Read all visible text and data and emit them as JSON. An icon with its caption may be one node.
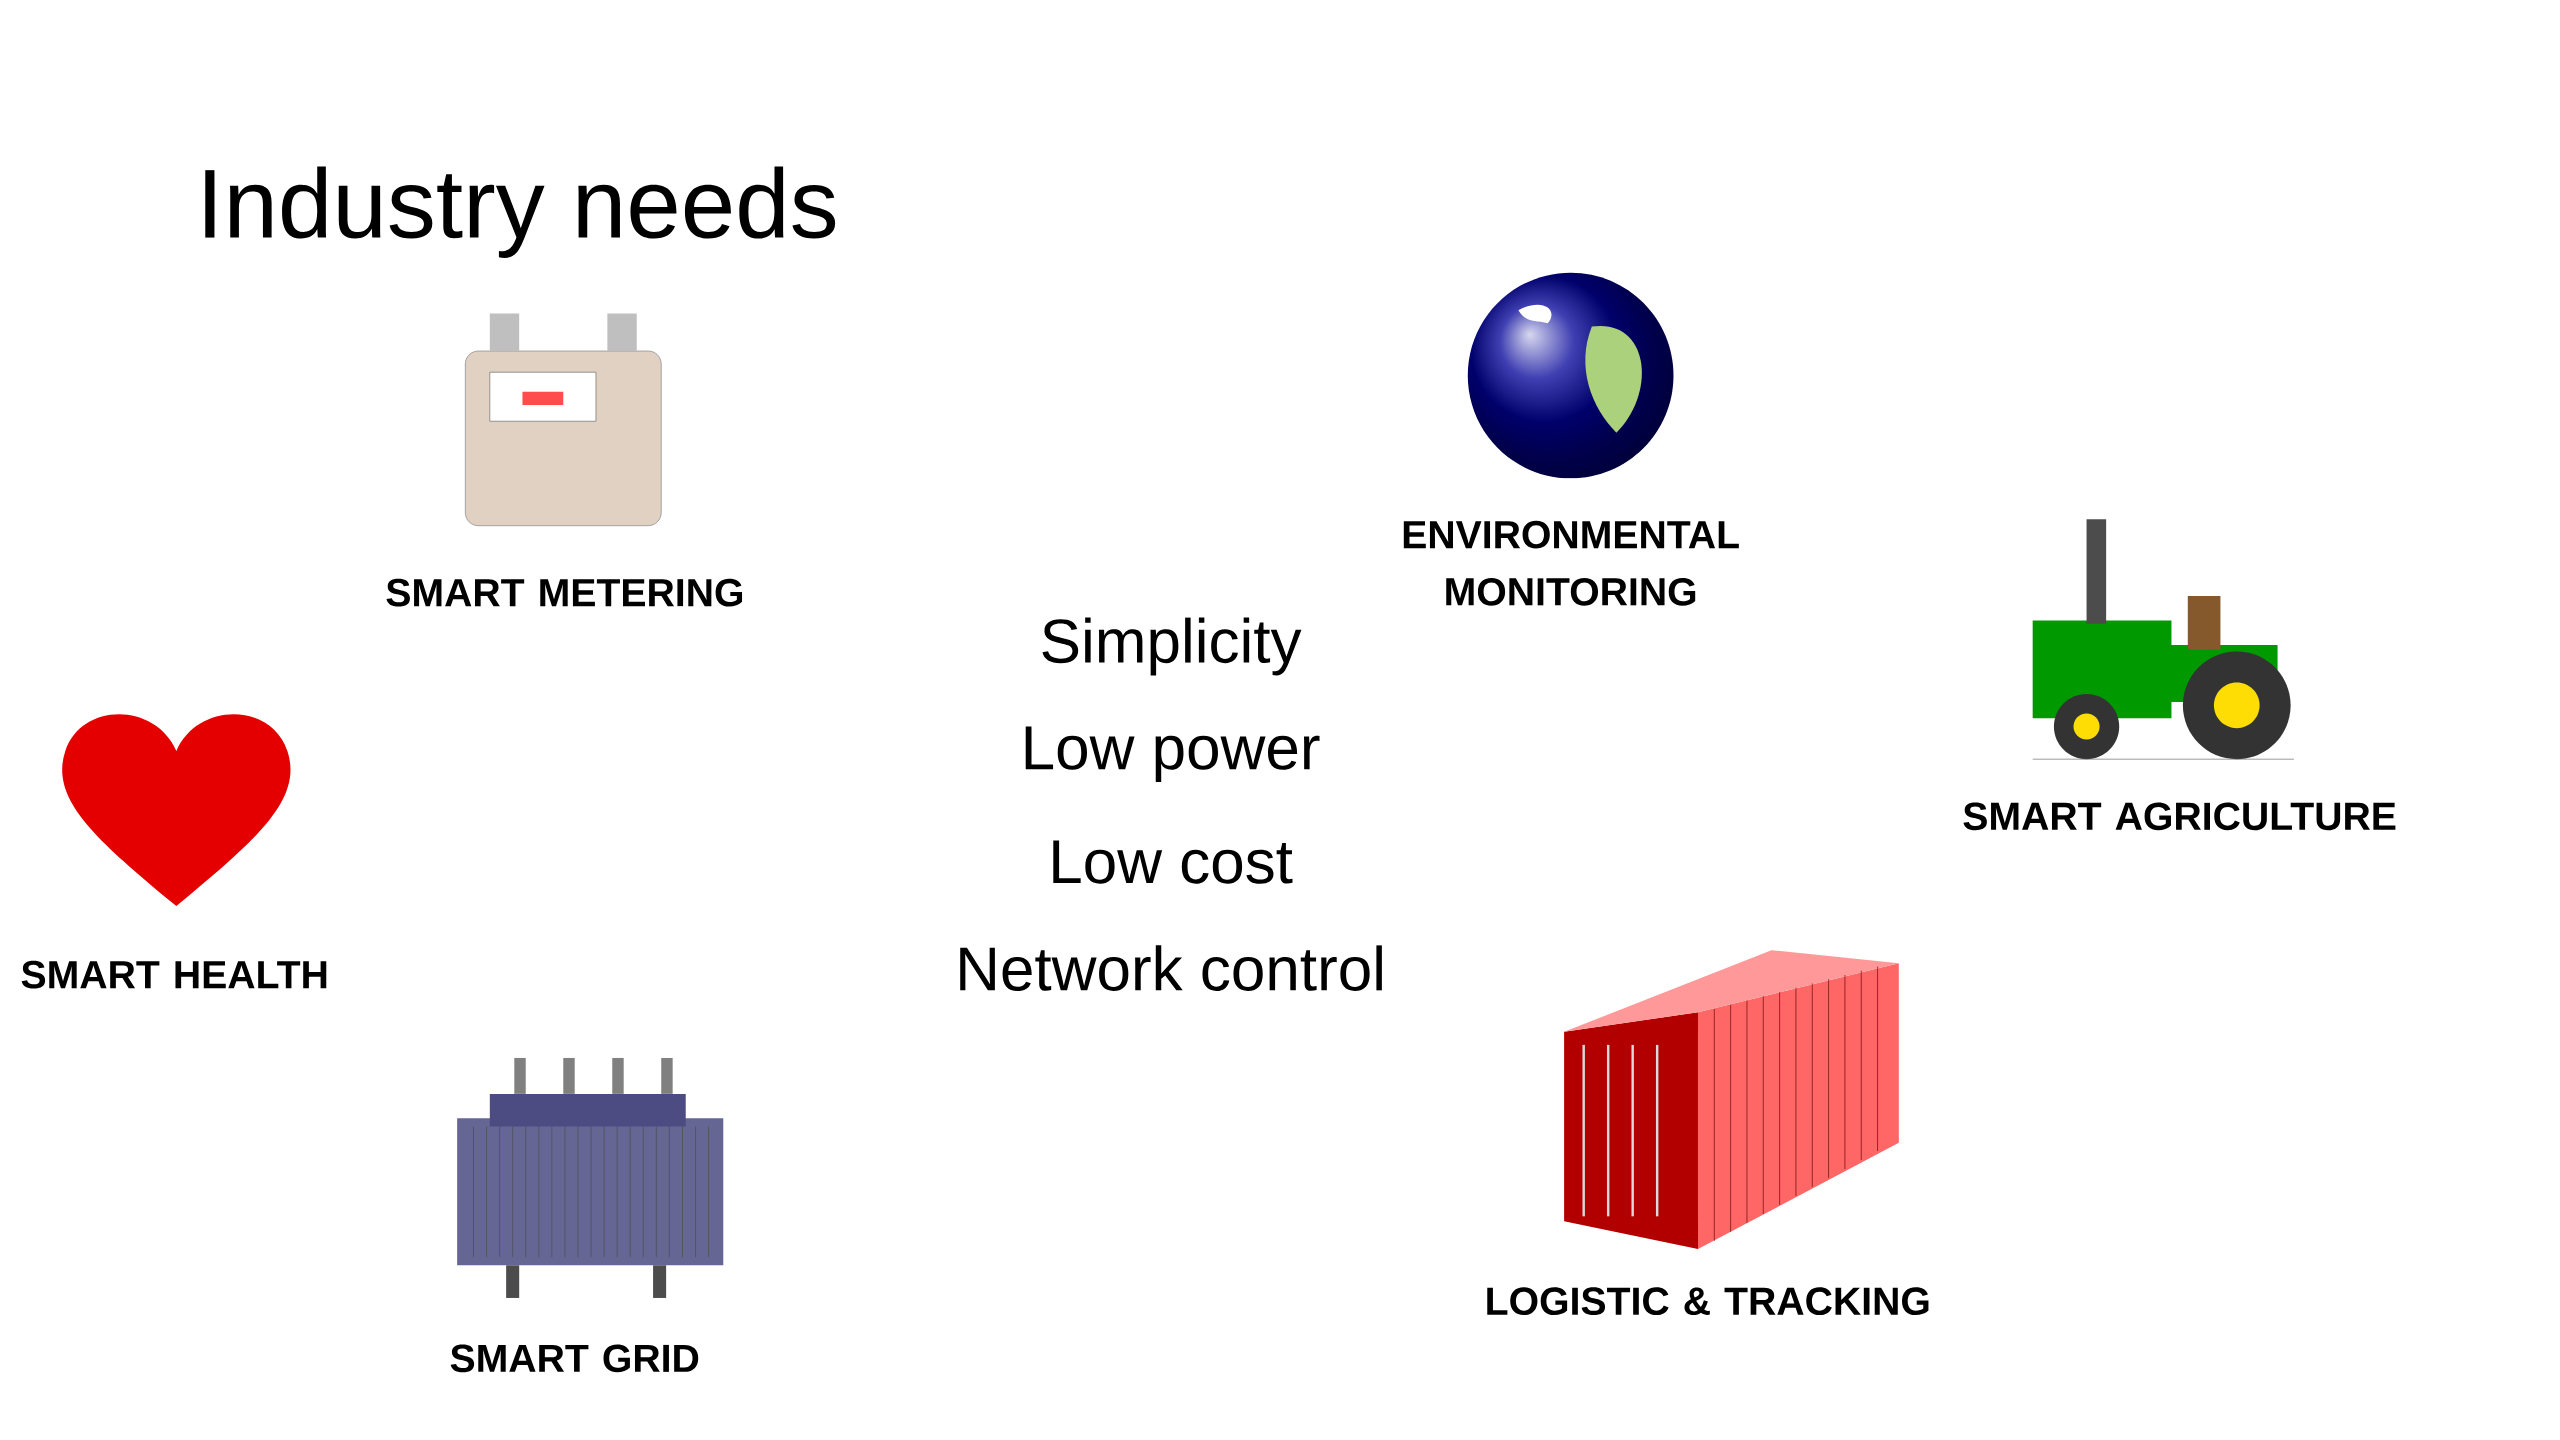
{
  "diagram": {
    "title": "Industry needs",
    "labels": [
      "SMART METERING",
      "ENVIRONMENTAL MONITORING",
      "Simplicity",
      "SMART AGRICULTURE",
      "Low power",
      "SMART HEALTH",
      "Low cost",
      "Network control",
      "LOGISTIC & TRACKING",
      "SMART GRID"
    ]
  }
}
